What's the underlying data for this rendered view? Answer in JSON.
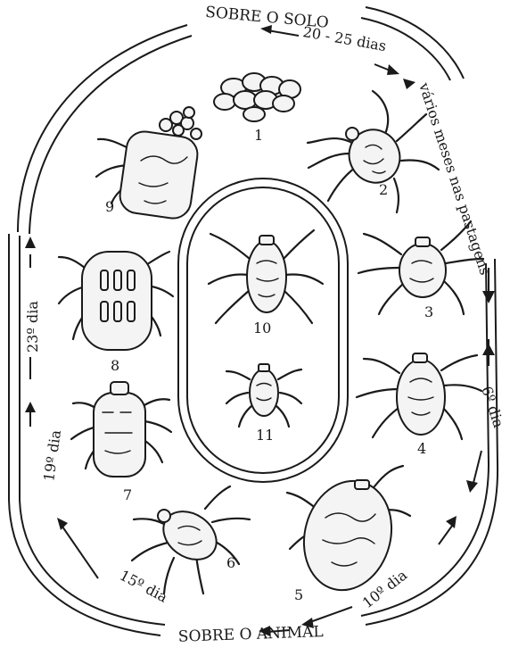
{
  "top_label": "SOBRE O SOLO",
  "bottom_label": "SOBRE O ANIMAL",
  "periods": {
    "soil": "20 - 25 dias",
    "pasture": "vários meses nas pastagens",
    "day6": "6º dia",
    "day10": "10º dia",
    "day15": "15º dia",
    "day19": "19º dia",
    "day23": "23º dia"
  },
  "stages": [
    "1",
    "2",
    "3",
    "4",
    "5",
    "6",
    "7",
    "8",
    "9",
    "10",
    "11"
  ],
  "icons": {
    "eggs": "egg-cluster",
    "larva": "larva-tick",
    "engorged_adult": "engorged-female-tick",
    "laying_adult": "egg-laying-tick",
    "male": "male-tick"
  }
}
